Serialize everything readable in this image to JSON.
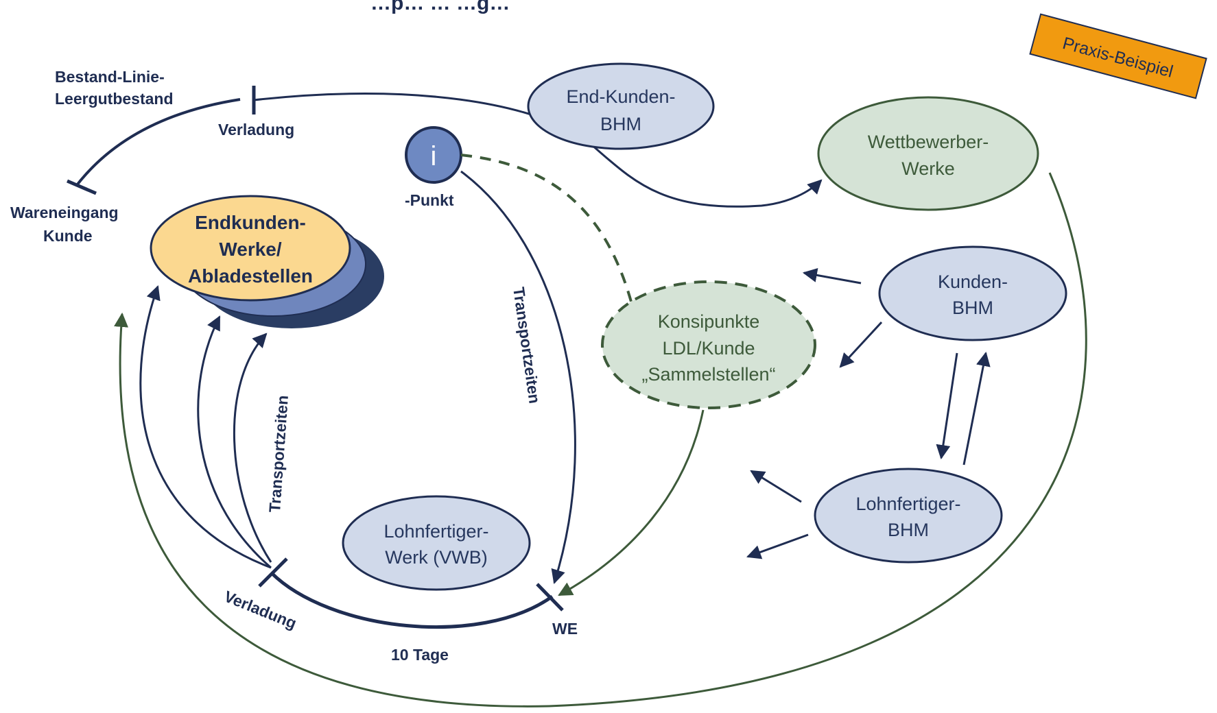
{
  "title": "…p… … …g…",
  "badge": "Praxis-Beispiel",
  "labels": {
    "bestand_line1": "Bestand-Linie-",
    "bestand_line2": "Leergutbestand",
    "verladung_top": "Verladung",
    "wareneingang_line1": "Wareneingang",
    "wareneingang_line2": "Kunde",
    "punkt": "-Punkt",
    "info_glyph": "i",
    "transportzeiten_right": "Transportzeiten",
    "transportzeiten_left": "Transportzeiten",
    "verladung_bottom": "Verladung",
    "ten_days": "10 Tage",
    "we": "WE"
  },
  "nodes": {
    "endkunden_werke": [
      "Endkunden-",
      "Werke/",
      "Abladestellen"
    ],
    "end_kunden_bhm": [
      "End-Kunden-",
      "BHM"
    ],
    "wettbewerber": [
      "Wettbewerber-",
      "Werke"
    ],
    "konsipunkte": [
      "Konsipunkte",
      "LDL/Kunde",
      "„Sammelstellen“"
    ],
    "kunden_bhm": [
      "Kunden-",
      "BHM"
    ],
    "lohnfertiger_bhm": [
      "Lohnfertiger-",
      "BHM"
    ],
    "lohnfertiger_werk": [
      "Lohnfertiger-",
      "Werk (VWB)"
    ]
  },
  "colors": {
    "navy": "#1f2d52",
    "node_blue_fill": "#d0d9ea",
    "node_green_fill": "#d5e3d6",
    "green_stroke": "#3d5a3a",
    "endkunden_fill": "#fbd890",
    "stack_mid": "#6f86bd",
    "stack_back": "#2a3d63",
    "badge_fill": "#f19a10",
    "info_fill": "#6e89c2"
  }
}
